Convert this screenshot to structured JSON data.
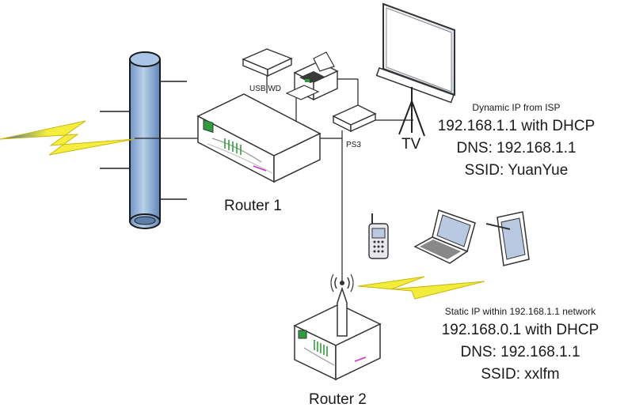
{
  "devices": {
    "usb_wd_label": "USB WD",
    "ps3_label": "PS3",
    "tv_label": "TV",
    "router1_label": "Router 1",
    "router2_label": "Router 2"
  },
  "router1_info": {
    "heading": "Dynamic IP from ISP",
    "ip": "192.168.1.1 with DHCP",
    "dns": "DNS: 192.168.1.1",
    "ssid": "SSID: YuanYue"
  },
  "router2_info": {
    "heading": "Static IP within 192.168.1.1 network",
    "ip": "192.168.0.1 with DHCP",
    "dns": "DNS: 192.168.1.1",
    "ssid": "SSID: xxlfm"
  },
  "colors": {
    "pipe": "#8fb3d9",
    "lightning": "#f2ec3a",
    "wire": "#222222",
    "device_fill": "#ffffff",
    "device_stroke": "#333333",
    "led_green": "#2e9e3a",
    "accent_magenta": "#cc33cc"
  }
}
